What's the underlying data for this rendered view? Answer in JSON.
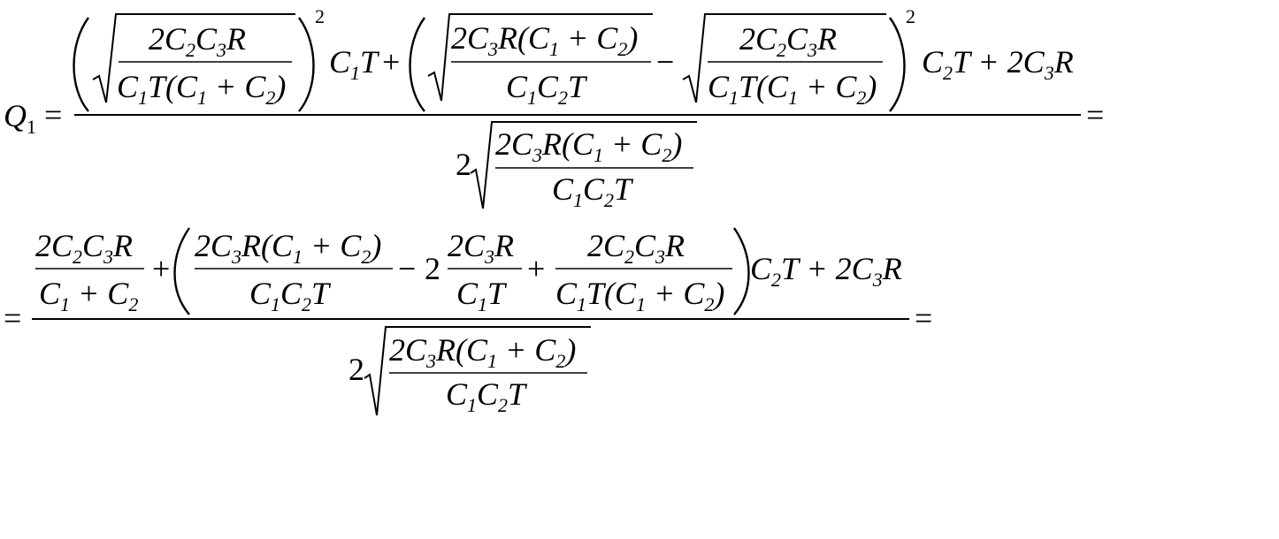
{
  "equation": {
    "lhs": {
      "letter": "Q",
      "index": "1"
    },
    "eq_sign": "=",
    "trail_eq": "=",
    "line1": {
      "num": {
        "sqrtA": {
          "num": [
            "2C",
            "2",
            "C",
            "3",
            "R"
          ],
          "den": [
            "C",
            "1",
            "T(C",
            "1",
            " + C",
            "2",
            ")"
          ]
        },
        "exp": "2",
        "term1": [
          "C",
          "1",
          "T"
        ],
        "plus": "+",
        "sqrtB": {
          "num": [
            "2C",
            "3",
            "R(C",
            "1",
            " + C",
            "2",
            ")"
          ],
          "den": [
            "C",
            "1",
            "C",
            "2",
            "T"
          ]
        },
        "minus": "−",
        "sqrtC": {
          "num": [
            "2C",
            "2",
            "C",
            "3",
            "R"
          ],
          "den": [
            "C",
            "1",
            "T(C",
            "1",
            " + C",
            "2",
            ")"
          ]
        },
        "exp2": "2",
        "tail": [
          "C",
          "2",
          "T + 2C",
          "3",
          "R"
        ]
      },
      "den": {
        "coef": "2",
        "sqrt": {
          "num": [
            "2C",
            "3",
            "R(C",
            "1",
            " + C",
            "2",
            ")"
          ],
          "den": [
            "C",
            "1",
            "C",
            "2",
            "T"
          ]
        }
      }
    },
    "line2": {
      "num": {
        "frac1": {
          "num": [
            "2C",
            "2",
            "C",
            "3",
            "R"
          ],
          "den": [
            "C",
            "1",
            " + C",
            "2"
          ]
        },
        "plus": "+",
        "frac2": {
          "num": [
            "2C",
            "3",
            "R(C",
            "1",
            " + C",
            "2",
            ")"
          ],
          "den": [
            "C",
            "1",
            "C",
            "2",
            "T"
          ]
        },
        "minus": "−",
        "coef2": "2",
        "frac3": {
          "num": [
            "2C",
            "3",
            "R"
          ],
          "den": [
            "C",
            "1",
            "T"
          ]
        },
        "plus2": "+",
        "frac4": {
          "num": [
            "2C",
            "2",
            "C",
            "3",
            "R"
          ],
          "den": [
            "C",
            "1",
            "T(C",
            "1",
            " + C",
            "2",
            ")"
          ]
        },
        "tail": [
          "C",
          "2",
          "T + 2C",
          "3",
          "R"
        ]
      },
      "den": {
        "coef": "2",
        "sqrt": {
          "num": [
            "2C",
            "3",
            "R(C",
            "1",
            " + C",
            "2",
            ")"
          ],
          "den": [
            "C",
            "1",
            "C",
            "2",
            "T"
          ]
        }
      }
    }
  }
}
